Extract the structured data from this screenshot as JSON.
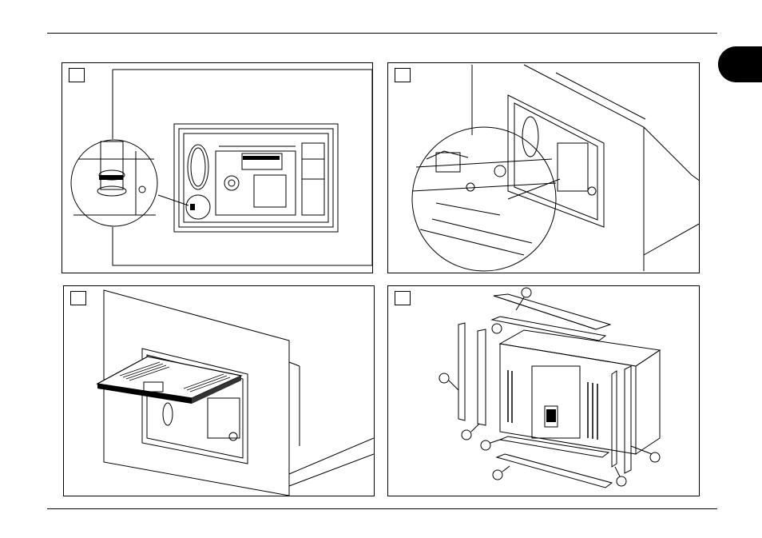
{
  "page": {
    "figures": [
      {
        "id": "fig-1",
        "step_label": ""
      },
      {
        "id": "fig-2",
        "step_label": ""
      },
      {
        "id": "fig-3",
        "step_label": ""
      },
      {
        "id": "fig-4",
        "step_label": ""
      }
    ],
    "callouts": [
      "",
      "",
      "",
      "",
      "",
      "",
      "",
      ""
    ]
  }
}
